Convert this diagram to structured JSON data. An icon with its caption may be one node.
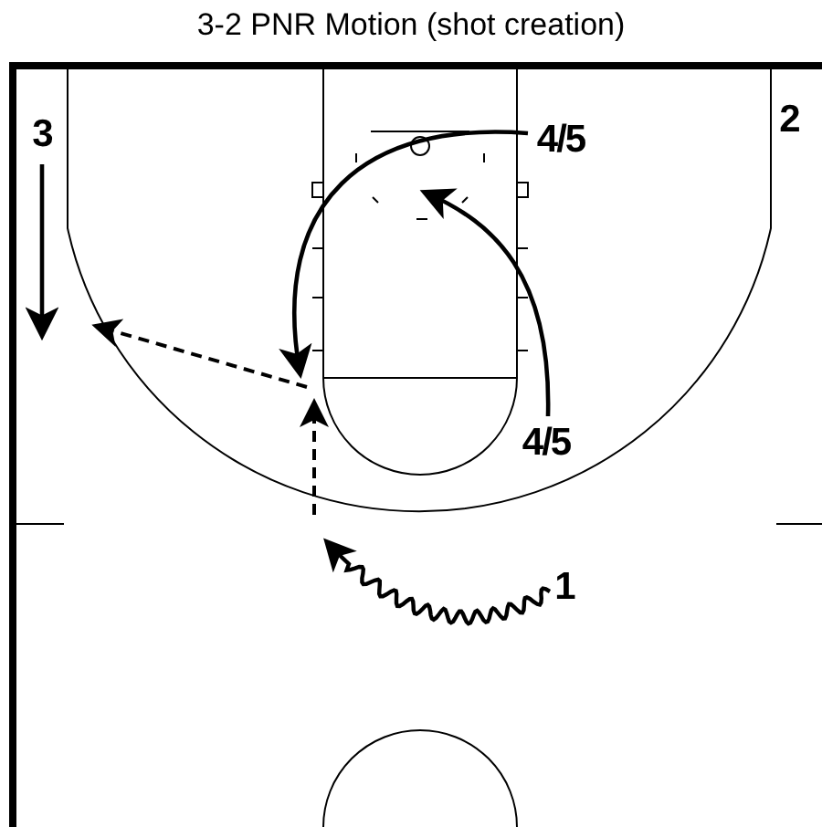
{
  "diagram": {
    "title": "3-2 PNR Motion (shot creation)",
    "nodes": [
      {
        "text": [
          "3"
        ]
      },
      {
        "text": [
          "2"
        ]
      },
      {
        "text": [
          "4/5"
        ]
      },
      {
        "text": [
          "4/5"
        ]
      },
      {
        "text": [
          "1"
        ]
      }
    ],
    "edges": [
      {
        "from": 0,
        "to": null,
        "arrow": "to"
      },
      {
        "from": 2,
        "to": null,
        "arrow": "to"
      },
      {
        "from": 3,
        "to": null,
        "arrow": "to"
      },
      {
        "from": 4,
        "to": null,
        "arrow": "to"
      }
    ]
  }
}
